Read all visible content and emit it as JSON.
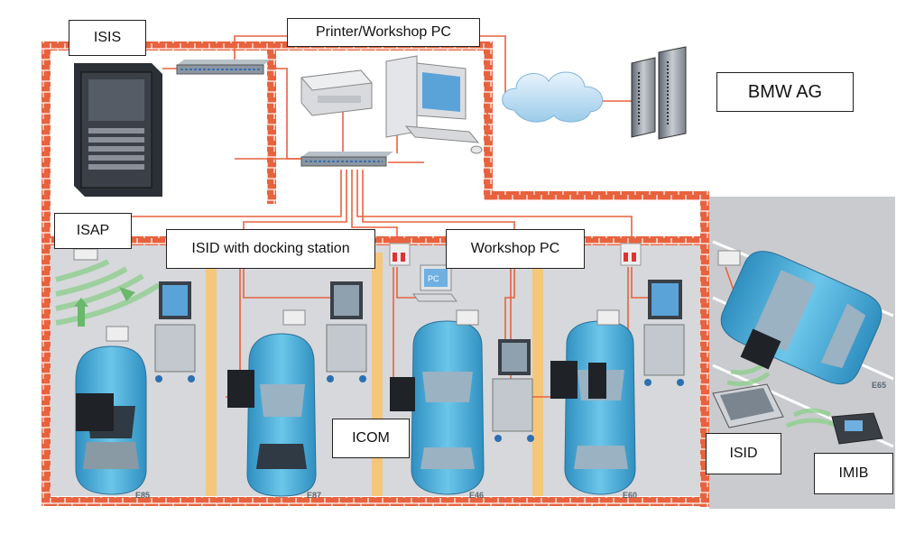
{
  "labels": {
    "isis": "ISIS",
    "printer_pc": "Printer/Workshop PC",
    "bmw_ag": "BMW AG",
    "isap": "ISAP",
    "isid_docking": "ISID with docking station",
    "workshop_pc": "Workshop PC",
    "icom": "ICOM",
    "isid": "ISID",
    "imib": "IMIB"
  },
  "car_models": [
    "E85",
    "E87",
    "E46",
    "E60",
    "E65"
  ],
  "pc_screen_text": "PC",
  "colors": {
    "wall": "#e8623e",
    "wall_joint": "#ffffff",
    "cable": "#e8623e",
    "car_blue": "#4fb3dc",
    "floor": "#d6d8db",
    "lane_marker": "#f4c77a",
    "wifi": "#8fcf8f"
  }
}
